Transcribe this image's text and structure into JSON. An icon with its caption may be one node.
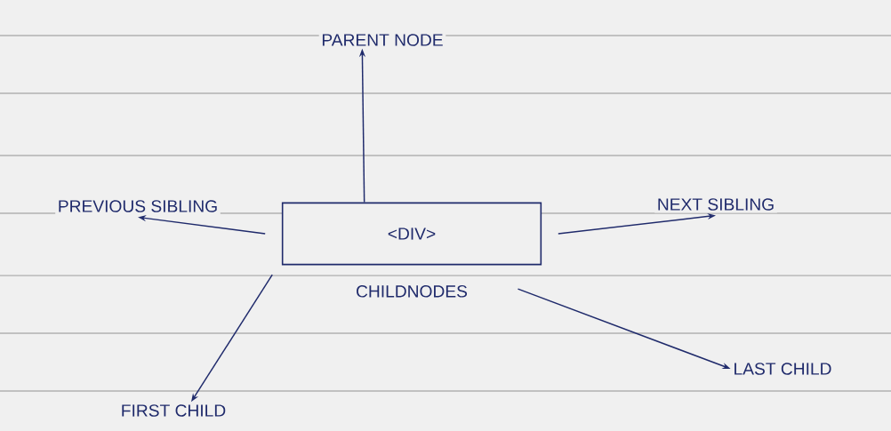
{
  "diagram": {
    "nodes": [
      {
        "text": [
          "<DIV>"
        ],
        "beside": [
          "CHILDNODES"
        ]
      },
      {
        "text": [
          "PARENT NODE"
        ]
      },
      {
        "text": [
          "PREVIOUS SIBLING"
        ]
      },
      {
        "text": [
          "NEXT SIBLING"
        ]
      },
      {
        "text": [
          "FIRST CHILD"
        ]
      },
      {
        "text": [
          "LAST CHILD"
        ]
      }
    ],
    "edges": [
      {
        "from": 0,
        "to": 1,
        "arrow": "to"
      },
      {
        "from": 0,
        "to": 2,
        "arrow": "to"
      },
      {
        "from": 0,
        "to": 3,
        "arrow": "to"
      },
      {
        "from": 0,
        "to": 4,
        "arrow": "to"
      },
      {
        "from": 0,
        "to": 5,
        "arrow": "to"
      }
    ]
  }
}
